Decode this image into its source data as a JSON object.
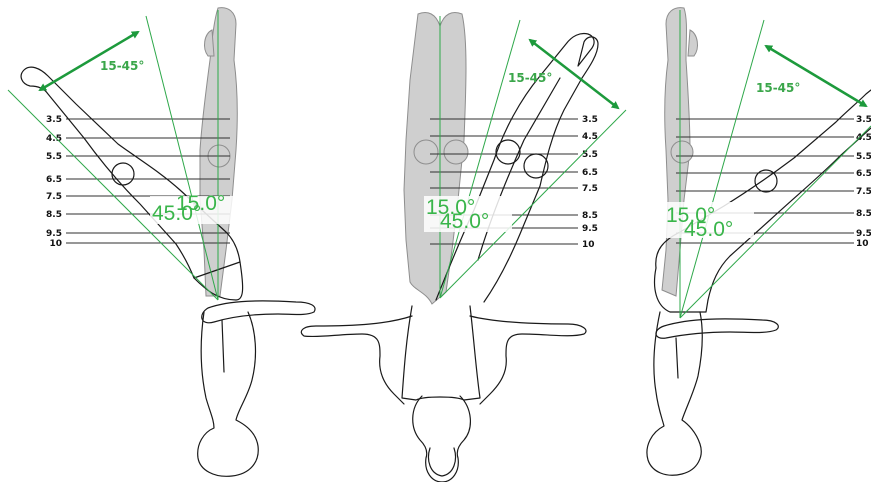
{
  "colors": {
    "accent_green": "#2ea84a",
    "silhouette_grey": "#cfcfcf",
    "outline": "#1a1a1a"
  },
  "panels": [
    {
      "range_label": "15-45°",
      "angle_low": "15.0°",
      "angle_high": "45.0°",
      "levels": [
        "3.5",
        "4.5",
        "5.5",
        "6.5",
        "7.5",
        "8.5",
        "9.5",
        "10"
      ]
    },
    {
      "range_label": "15-45°",
      "angle_low": "15.0°",
      "angle_high": "45.0°",
      "levels": [
        "3.5",
        "4.5",
        "5.5",
        "6.5",
        "7.5",
        "8.5",
        "9.5",
        "10"
      ]
    },
    {
      "range_label": "15-45°",
      "angle_low": "15.0°",
      "angle_high": "45.0°",
      "levels": [
        "3.5",
        "4.5",
        "5.5",
        "6.5",
        "7.5",
        "8.5",
        "9.5",
        "10"
      ]
    }
  ]
}
